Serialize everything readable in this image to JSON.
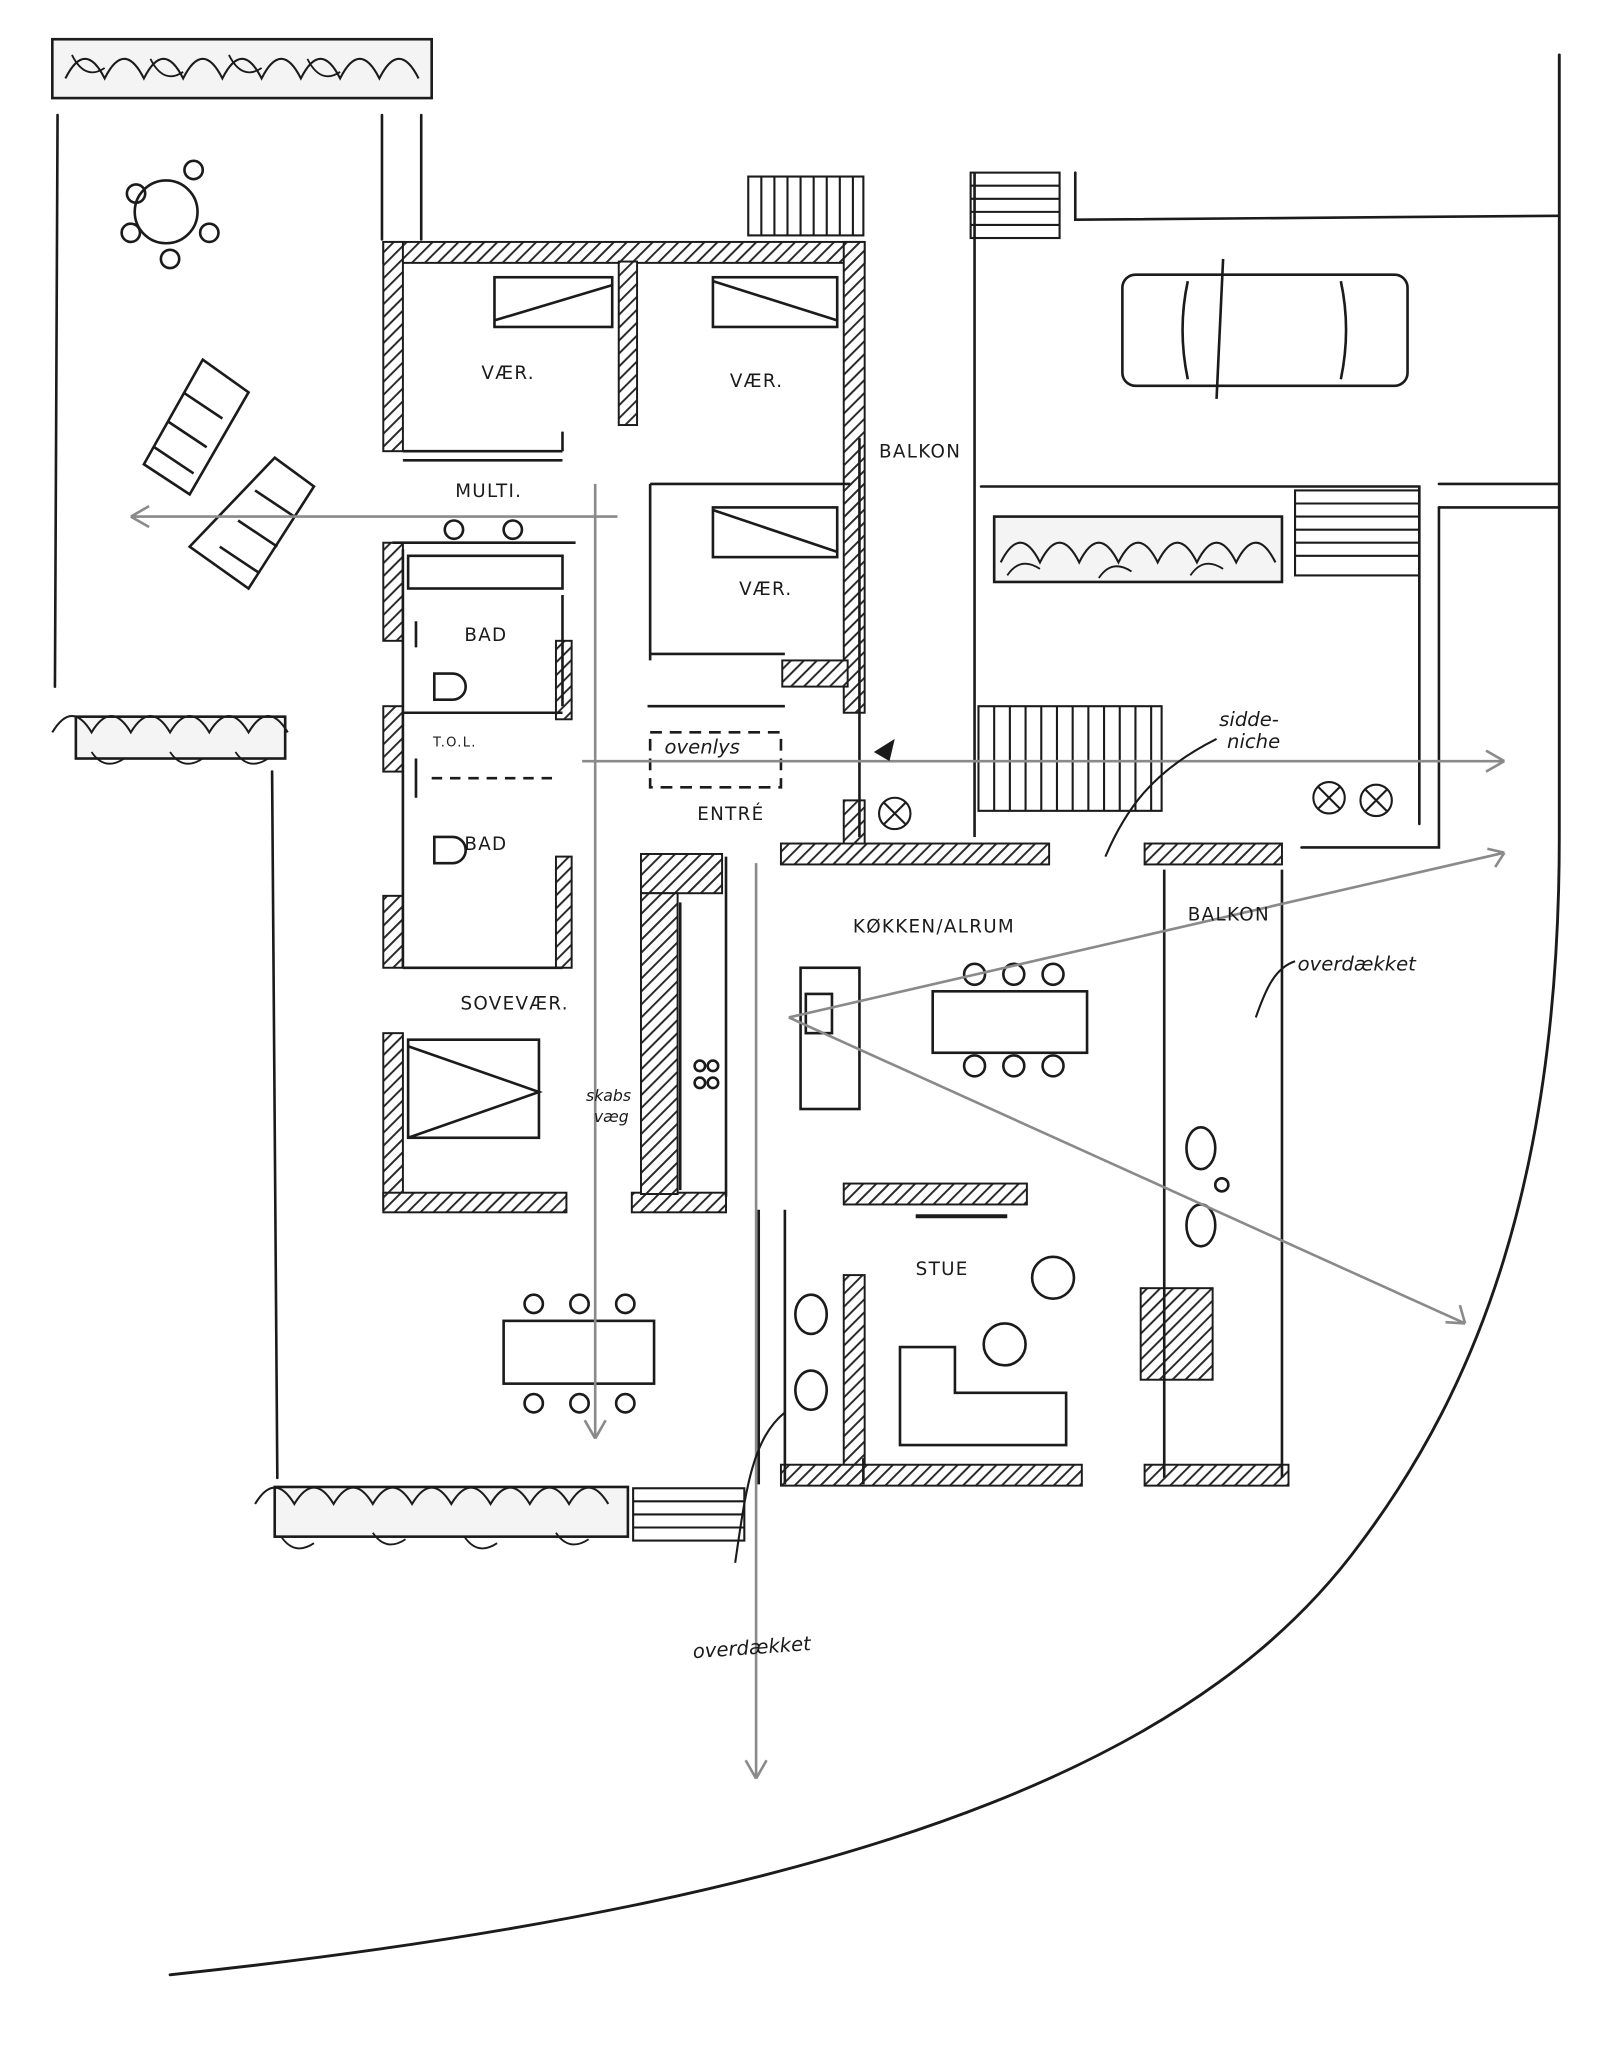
{
  "rooms": {
    "vaer_1": "VÆR.",
    "vaer_2": "VÆR.",
    "vaer_3": "VÆR.",
    "multi": "MULTI.",
    "bad_1": "BAD",
    "bad_2": "BAD",
    "toilet": "T.O.L.",
    "sovevaer": "SOVEVÆR.",
    "entre": "ENTRÉ",
    "ovenlys": "ovenlys",
    "koekken_alrum": "KØKKEN/ALRUM",
    "stue": "STUE",
    "balkon_1": "BALKON",
    "balkon_2": "BALKON",
    "skabsvaeg_1": "skabs",
    "skabsvaeg_2": "væg"
  },
  "notes": {
    "siddeniche_1": "sidde-",
    "siddeniche_2": "niche",
    "overdaekket_1": "overdækket",
    "overdaekket_2": "overdækket"
  },
  "colors": {
    "ink": "#1b1b1b",
    "hatch": "#2a2a2a",
    "sightline": "#8a8a8a",
    "paper": "#ffffff"
  }
}
